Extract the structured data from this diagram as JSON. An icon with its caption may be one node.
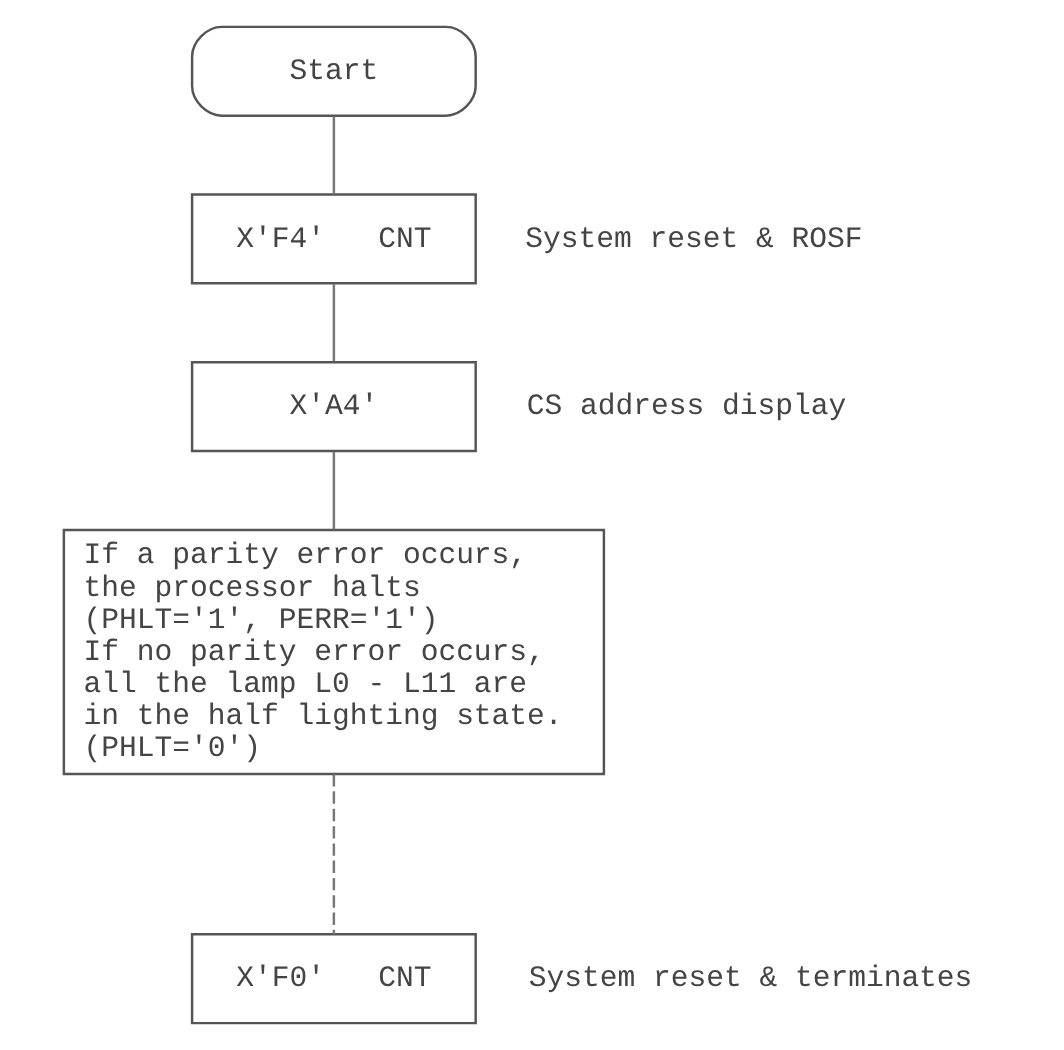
{
  "diagram": {
    "nodes": [
      {
        "text": [
          "Start"
        ]
      },
      {
        "text": [
          "X'F4'   CNT"
        ],
        "beside": [
          "System reset & ROSF"
        ]
      },
      {
        "text": [
          "X'A4'"
        ],
        "beside": [
          "CS address display"
        ]
      },
      {
        "text": [
          "If a parity error occurs, the processor halts (PHLT='1', PERR='1')",
          "If no parity error occurs, all the lamp L0 - L11 are in the half lighting state. (PHLT='0')"
        ]
      },
      {
        "text": [
          "X'F0'   CNT"
        ],
        "beside": [
          "System reset & terminates"
        ]
      }
    ],
    "edges": [
      {
        "from": 0,
        "to": 1,
        "arrow": "none"
      },
      {
        "from": 1,
        "to": 2,
        "arrow": "none"
      },
      {
        "from": 2,
        "to": 3,
        "arrow": "none"
      },
      {
        "from": 3,
        "to": 4,
        "arrow": "none",
        "style": "dashed"
      }
    ]
  }
}
